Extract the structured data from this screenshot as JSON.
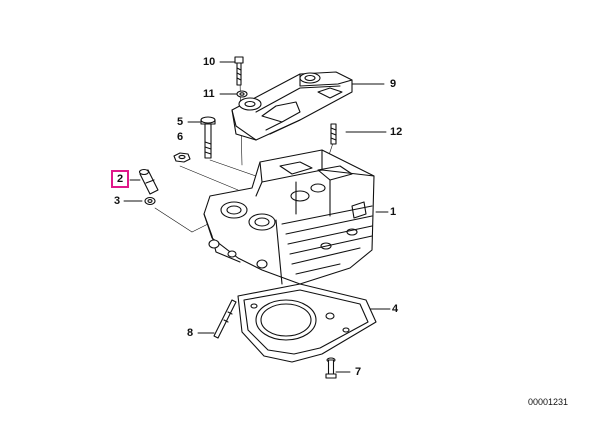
{
  "callouts": {
    "c1": "1",
    "c2": "2",
    "c3": "3",
    "c4": "4",
    "c5": "5",
    "c6": "6",
    "c7": "7",
    "c8": "8",
    "c9": "9",
    "c10": "10",
    "c11": "11",
    "c12": "12"
  },
  "highlighted_callout": "2",
  "highlight_color": "#e0188a",
  "reference_number": "00001231"
}
